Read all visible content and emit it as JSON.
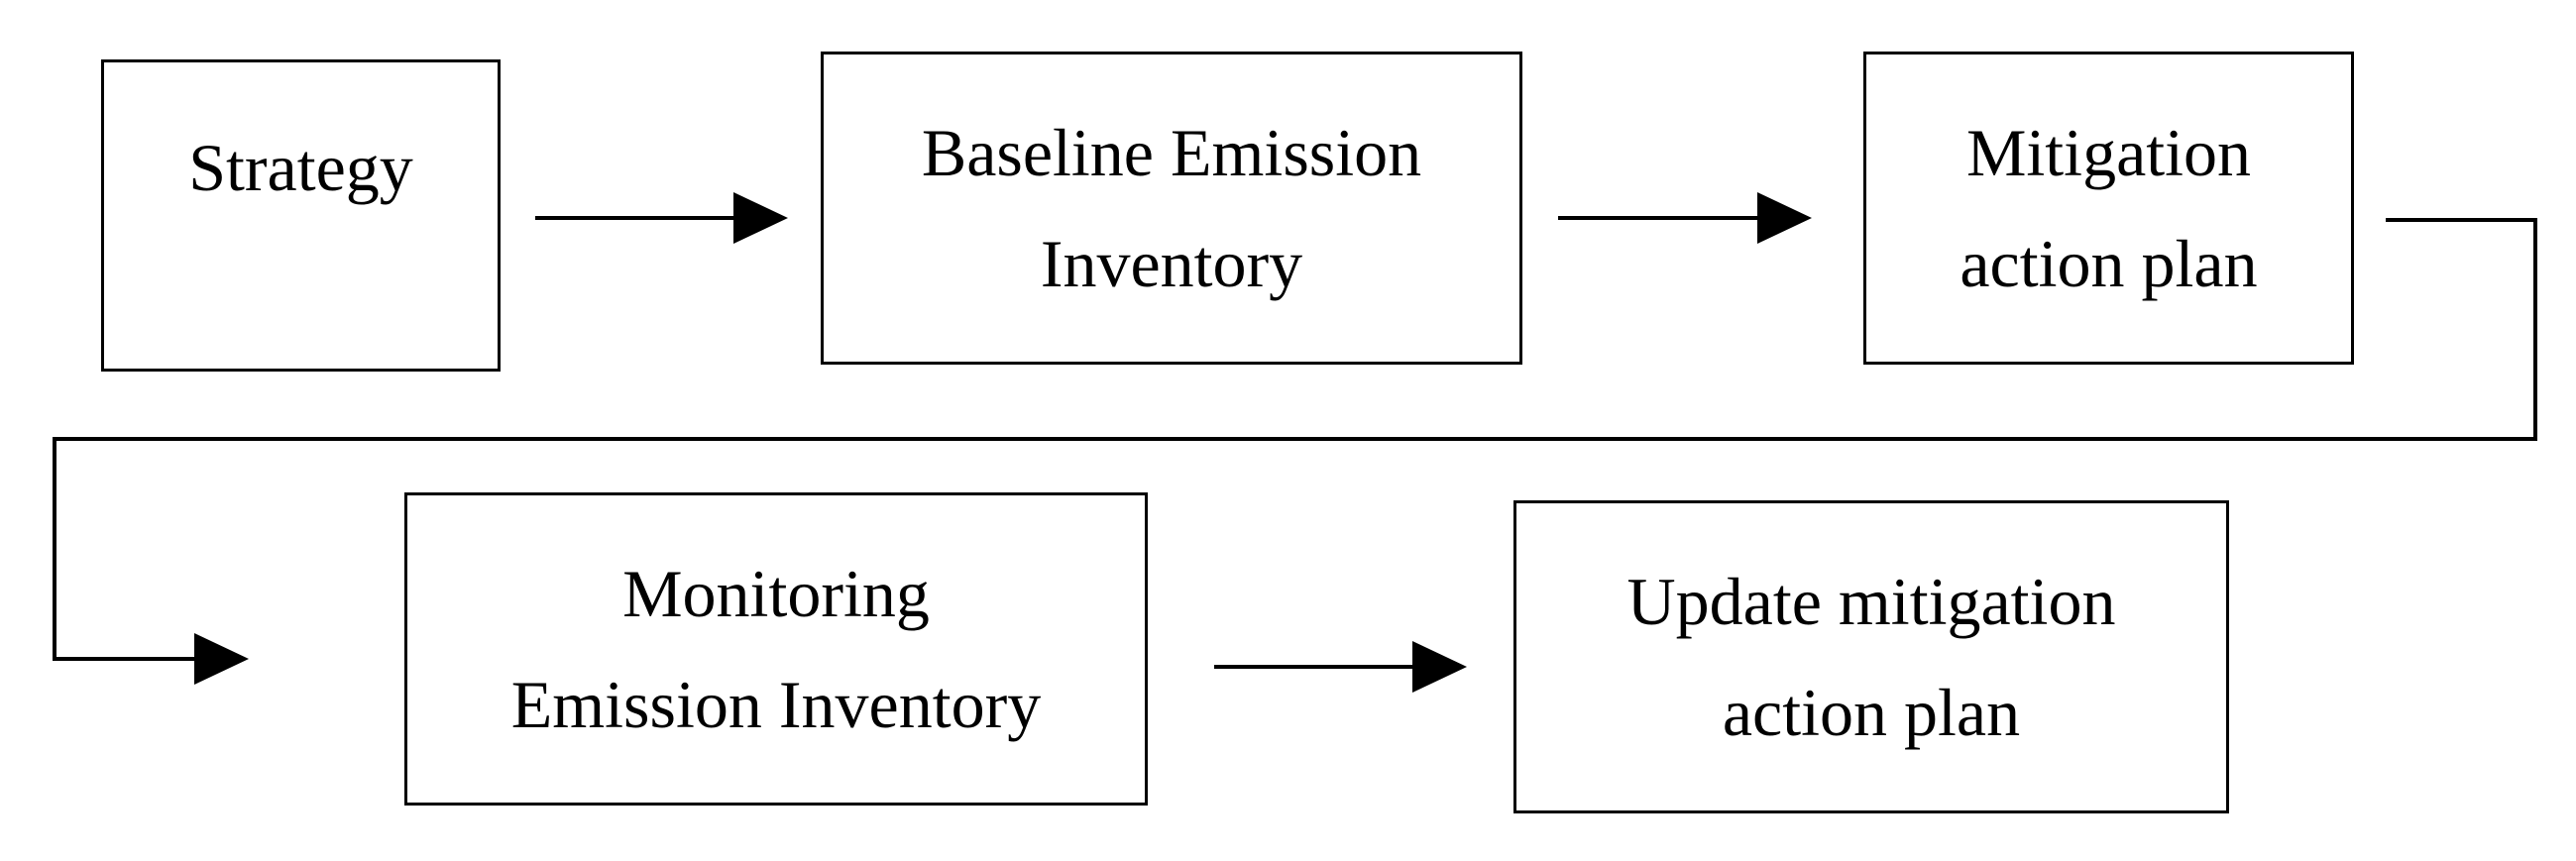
{
  "diagram": {
    "nodes": {
      "strategy": {
        "lines": [
          "Strategy"
        ]
      },
      "baseline": {
        "lines": [
          "Baseline Emission",
          "Inventory"
        ]
      },
      "mitigation": {
        "lines": [
          "Mitigation",
          "action plan"
        ]
      },
      "monitoring": {
        "lines": [
          "Monitoring",
          "Emission Inventory"
        ]
      },
      "update": {
        "lines": [
          "Update mitigation",
          "action plan"
        ]
      }
    },
    "edges": [
      {
        "from": "Strategy",
        "to": "Baseline Emission Inventory"
      },
      {
        "from": "Baseline Emission Inventory",
        "to": "Mitigation action plan"
      },
      {
        "from": "Mitigation action plan",
        "to": "Monitoring Emission Inventory"
      },
      {
        "from": "Monitoring Emission Inventory",
        "to": "Update mitigation action plan"
      }
    ],
    "colors": {
      "stroke": "#000000",
      "background": "#ffffff",
      "text": "#000000"
    }
  }
}
